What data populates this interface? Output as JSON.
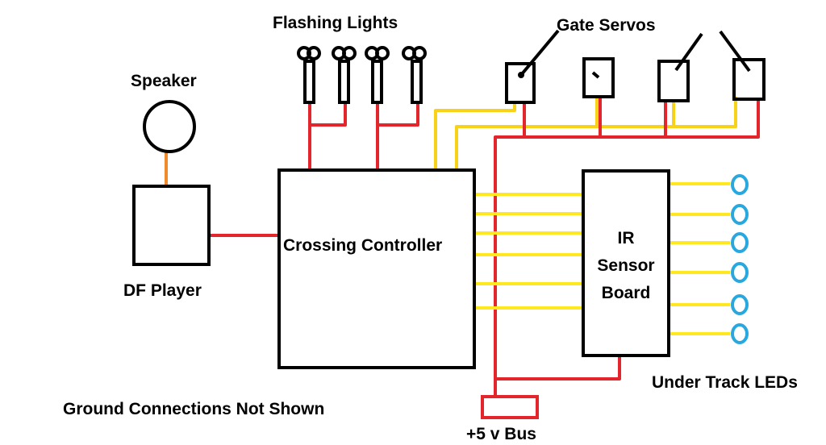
{
  "labels": {
    "flashing_lights": "Flashing Lights",
    "gate_servos": "Gate Servos",
    "speaker": "Speaker",
    "df_player": "DF Player",
    "crossing_controller": "Crossing Controller",
    "ir_line1": "IR",
    "ir_line2": "Sensor",
    "ir_line3": "Board",
    "under_track_leds": "Under Track LEDs",
    "ground_note": "Ground Connections Not Shown",
    "power_bus": "+5 v Bus"
  },
  "colors": {
    "power_wire": "#e3262b",
    "signal_wire": "#ffe81f",
    "servo_signal_wire": "#f8d219",
    "speaker_wire": "#f08a2a",
    "led_ring": "#29a8e0",
    "outline": "#000000"
  }
}
